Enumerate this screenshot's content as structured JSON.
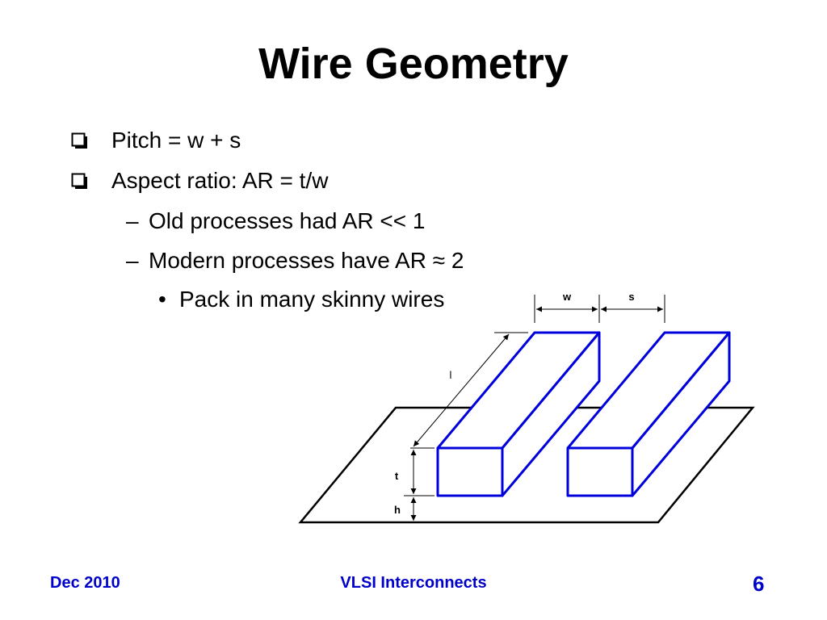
{
  "slide": {
    "title": "Wire Geometry",
    "bullets": [
      {
        "level": 1,
        "marker": "checkbox",
        "text": "Pitch = w + s"
      },
      {
        "level": 1,
        "marker": "checkbox",
        "text": "Aspect ratio: AR = t/w"
      },
      {
        "level": 2,
        "marker": "–",
        "text": "Old processes had AR << 1"
      },
      {
        "level": 2,
        "marker": "–",
        "text": "Modern processes have AR ≈ 2"
      },
      {
        "level": 3,
        "marker": "•",
        "text": "Pack in many skinny wires"
      }
    ]
  },
  "diagram": {
    "labels": {
      "w": "w",
      "s": "s",
      "l": "l",
      "t": "t",
      "h": "h"
    },
    "wire_color": "#0000dd",
    "line_color": "#000000"
  },
  "footer": {
    "left": "Dec 2010",
    "center": "VLSI Interconnects",
    "page": "6",
    "color": "#0000cc"
  }
}
